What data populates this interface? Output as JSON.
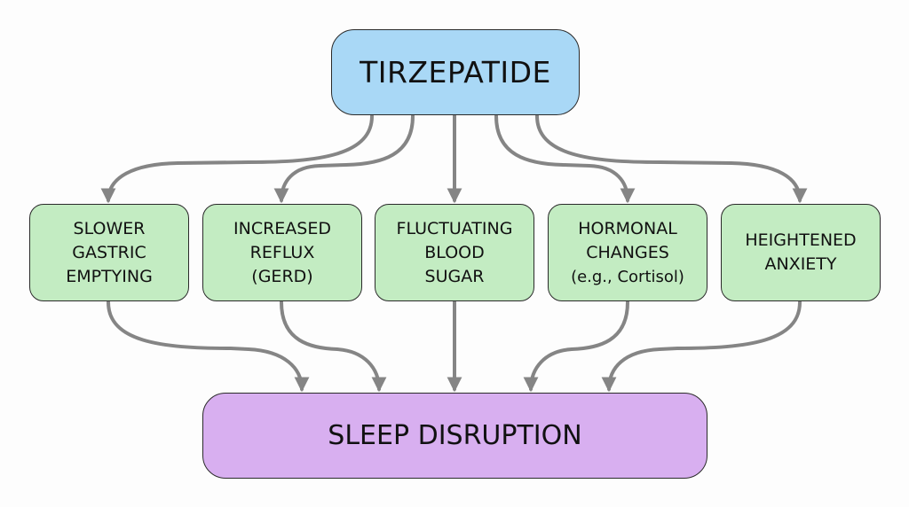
{
  "diagram": {
    "type": "flowchart",
    "colors": {
      "source_fill": "#a9d8f6",
      "mechanism_fill": "#c3ecc2",
      "outcome_fill": "#d8aff0",
      "arrow": "#858585",
      "border": "#2a2a2a"
    },
    "source": {
      "label": "TIRZEPATIDE"
    },
    "mechanisms": [
      {
        "lines": [
          "SLOWER",
          "GASTRIC",
          "EMPTYING"
        ]
      },
      {
        "lines": [
          "INCREASED",
          "REFLUX",
          "(GERD)"
        ]
      },
      {
        "lines": [
          "FLUCTUATING",
          "BLOOD",
          "SUGAR"
        ]
      },
      {
        "lines": [
          "HORMONAL",
          "CHANGES",
          "(e.g., Cortisol)"
        ]
      },
      {
        "lines": [
          "HEIGHTENED",
          "ANXIETY"
        ]
      }
    ],
    "outcome": {
      "label": "SLEEP DISRUPTION"
    },
    "edges": [
      {
        "from": "TIRZEPATIDE",
        "to": "SLOWER GASTRIC EMPTYING"
      },
      {
        "from": "TIRZEPATIDE",
        "to": "INCREASED REFLUX (GERD)"
      },
      {
        "from": "TIRZEPATIDE",
        "to": "FLUCTUATING BLOOD SUGAR"
      },
      {
        "from": "TIRZEPATIDE",
        "to": "HORMONAL CHANGES (e.g., Cortisol)"
      },
      {
        "from": "TIRZEPATIDE",
        "to": "HEIGHTENED ANXIETY"
      },
      {
        "from": "SLOWER GASTRIC EMPTYING",
        "to": "SLEEP DISRUPTION"
      },
      {
        "from": "INCREASED REFLUX (GERD)",
        "to": "SLEEP DISRUPTION"
      },
      {
        "from": "FLUCTUATING BLOOD SUGAR",
        "to": "SLEEP DISRUPTION"
      },
      {
        "from": "HORMONAL CHANGES (e.g., Cortisol)",
        "to": "SLEEP DISRUPTION"
      },
      {
        "from": "HEIGHTENED ANXIETY",
        "to": "SLEEP DISRUPTION"
      }
    ]
  }
}
